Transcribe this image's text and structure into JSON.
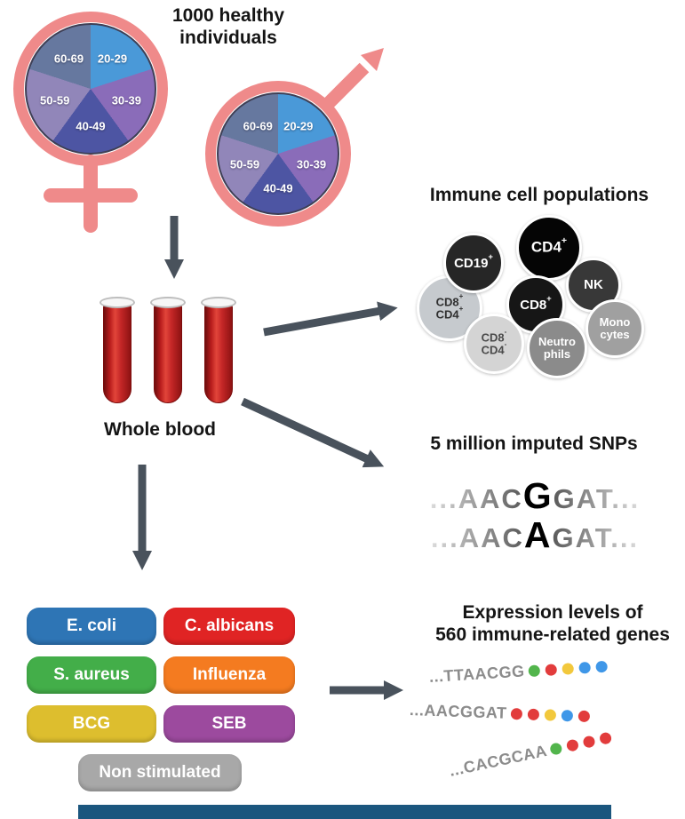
{
  "title": {
    "line1": "1000 healthy",
    "line2": "individuals"
  },
  "demographics": {
    "age_groups": [
      "20-29",
      "30-39",
      "40-49",
      "50-59",
      "60-69"
    ],
    "pie_colors": [
      "#4a99d8",
      "#8a6cb9",
      "#4d55a3",
      "#9186b9",
      "#66789f"
    ],
    "symbol_color": "#ef8a8a"
  },
  "whole_blood_label": "Whole blood",
  "immune": {
    "title": "Immune cell populations",
    "cells": {
      "cd19": {
        "base": "CD19",
        "sup": "+",
        "color": "#262626"
      },
      "cd4": {
        "base": "CD4",
        "sup": "+",
        "color": "#050505"
      },
      "nk": {
        "base": "NK",
        "color": "#383838"
      },
      "cd8": {
        "base": "CD8",
        "sup": "+",
        "color": "#161616"
      },
      "cd8p_cd4p": {
        "l1": "CD8",
        "s1": "+",
        "l2": "CD4",
        "s2": "+",
        "color": "#c6cace"
      },
      "cd8n_cd4n": {
        "l1": "CD8",
        "s1": "-",
        "l2": "CD4",
        "s2": "-",
        "color": "#d4d4d4"
      },
      "neutrophils": {
        "l1": "Neutro",
        "l2": "phils",
        "color": "#8b8b8b"
      },
      "monocytes": {
        "l1": "Mono",
        "l2": "cytes",
        "color": "#a0a0a0"
      }
    }
  },
  "snps": {
    "title": "5 million imputed SNPs",
    "seq1": {
      "pre": "...AAC",
      "snp": "G",
      "post": "GAT..."
    },
    "seq2": {
      "pre": "...AAC",
      "snp": "A",
      "post": "GAT..."
    }
  },
  "stimuli": {
    "items": [
      {
        "label": "E. coli",
        "color": "#2e75b5"
      },
      {
        "label": "C. albicans",
        "color": "#e02424"
      },
      {
        "label": "S. aureus",
        "color": "#43ae49"
      },
      {
        "label": "Influenza",
        "color": "#f47b20"
      },
      {
        "label": "BCG",
        "color": "#ddbe2e"
      },
      {
        "label": "SEB",
        "color": "#9c4a9e"
      },
      {
        "label": "Non stimulated",
        "color": "#a8a8a8"
      }
    ]
  },
  "expression": {
    "title": {
      "line1": "Expression levels of",
      "line2": "560 immune-related genes"
    },
    "rows": [
      {
        "seq": "...TTAACGG",
        "dots": [
          "#52b54c",
          "#e23c3c",
          "#f2c83c",
          "#3f97e8",
          "#3f97e8"
        ]
      },
      {
        "seq": "...AACGGAT",
        "dots": [
          "#e23c3c",
          "#e23c3c",
          "#f2c83c",
          "#3f97e8",
          "#e23c3c"
        ]
      },
      {
        "seq": "...CACGCAA",
        "dots": [
          "#52b54c",
          "#e23c3c",
          "#e23c3c",
          "#e23c3c"
        ]
      }
    ]
  }
}
